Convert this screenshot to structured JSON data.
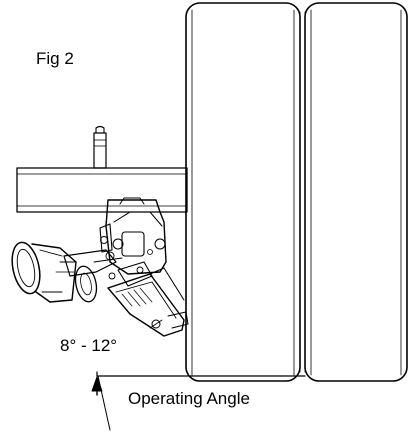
{
  "figure": {
    "label": "Fig 2",
    "angle_range": "8° - 12°",
    "caption": "Operating Angle"
  },
  "colors": {
    "line": "#000000",
    "background": "#ffffff"
  }
}
